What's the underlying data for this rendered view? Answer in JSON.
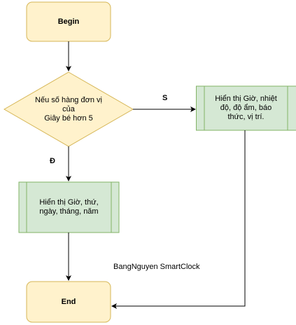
{
  "colors": {
    "terminal_fill": "#fff2cc",
    "terminal_stroke": "#d6b656",
    "process_fill": "#d5e8d4",
    "process_stroke": "#82b366",
    "line": "#000000"
  },
  "nodes": {
    "begin": {
      "label": "Begin"
    },
    "decision": {
      "label": "Nếu số hàng đơn vị\ncủa\nGiây bé hơn 5"
    },
    "process_left": {
      "label": "Hiển thị Giờ, thứ,\nngày, tháng, năm"
    },
    "process_right": {
      "label": "Hiển thị Giờ, nhiệt\nđộ, độ ẩm, báo\nthức, vị trí."
    },
    "end": {
      "label": "End"
    }
  },
  "edges": {
    "yes_label": "Đ",
    "no_label": "S"
  },
  "caption": "BangNguyen SmartClock"
}
